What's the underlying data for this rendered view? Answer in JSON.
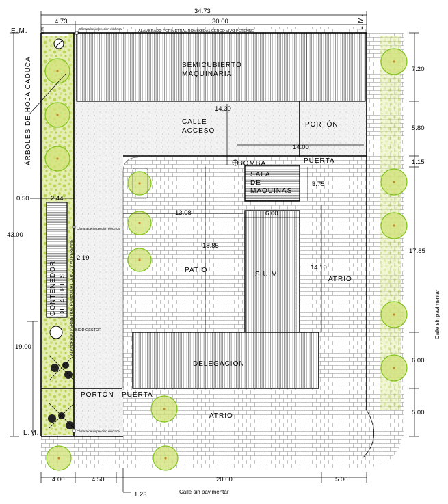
{
  "colors": {
    "tree_fill": "#d2e27a",
    "tree_outline": "#7fc31c",
    "tree_center": "#c58b2a",
    "gravel": "#c9c9c9",
    "brick_line": "#6e6e6e",
    "hatch": "#4a4a4a"
  },
  "dimensions": {
    "total_width": "34.73",
    "left_strip": "4.73",
    "main_width": "30.00",
    "top_right_720": "7.20",
    "right_580": "5.80",
    "right_115": "1.15",
    "right_1785": "17.85",
    "right_600": "6.00",
    "right_500": "5.00",
    "road_1430": "14.30",
    "road_1400": "14.00",
    "d_375": "3.75",
    "d_1308": "13.08",
    "d_600b": "6.00",
    "d_1885": "18.85",
    "d_1410": "14.10",
    "left_050": "0.50",
    "left_244": "2.44",
    "left_4300": "43.00",
    "left_219": "2.19",
    "left_1900": "19.00",
    "bottom_400": "4.00",
    "bottom_450": "4.50",
    "bottom_2000": "20.00",
    "bottom_500": "5.00",
    "bottom_123": "1.23"
  },
  "labels": {
    "em_left": "E.M.",
    "em_vertical": "E.M.",
    "lm_top": "L.M.",
    "lm_bottom": "L.M.",
    "perimeter_note": "ALAMBRADO PERIMETRAL ROMBOIDAL    CERCO VIVO PERENNE",
    "perimeter_note_vertical": "ALAMBRADO PERIMETRAL ROMBOIDAL    CERCO VIVO PERENNE",
    "arboles": "ÁRBOLES DE HOJA CADUCA",
    "semicubierto_1": "SEMICUBIERTO",
    "semicubierto_2": "MAQUINARIA",
    "calle_1": "CALLE",
    "calle_2": "ACCESO",
    "porton_top": "PORTÓN",
    "puerta_top": "PUERTA",
    "bomba": "BOMBA",
    "sala_1": "SALA",
    "sala_2": "DE",
    "sala_3": "MAQUINAS",
    "patio": "PATIO",
    "sum": "S.U.M",
    "atrio_right": "ATRIO",
    "delegacion": "DELEGACIÓN",
    "porton_bottom": "PORTÓN",
    "puerta_bottom": "PUERTA",
    "atrio_bottom": "ATRIO",
    "contenedor_1": "CONTENEDOR",
    "contenedor_2": "DE 40 PIES",
    "biodigestor": "BIODIGESTOR",
    "camara_1": "Cámara de inspección eléctrica",
    "camara_2": "Cámara de inspección eléctrica",
    "camara_3": "Cámara de inspección eléctrica",
    "calle_sin_bottom": "Calle sin pavimentar",
    "calle_sin_right": "Calle sin pavimentar"
  }
}
